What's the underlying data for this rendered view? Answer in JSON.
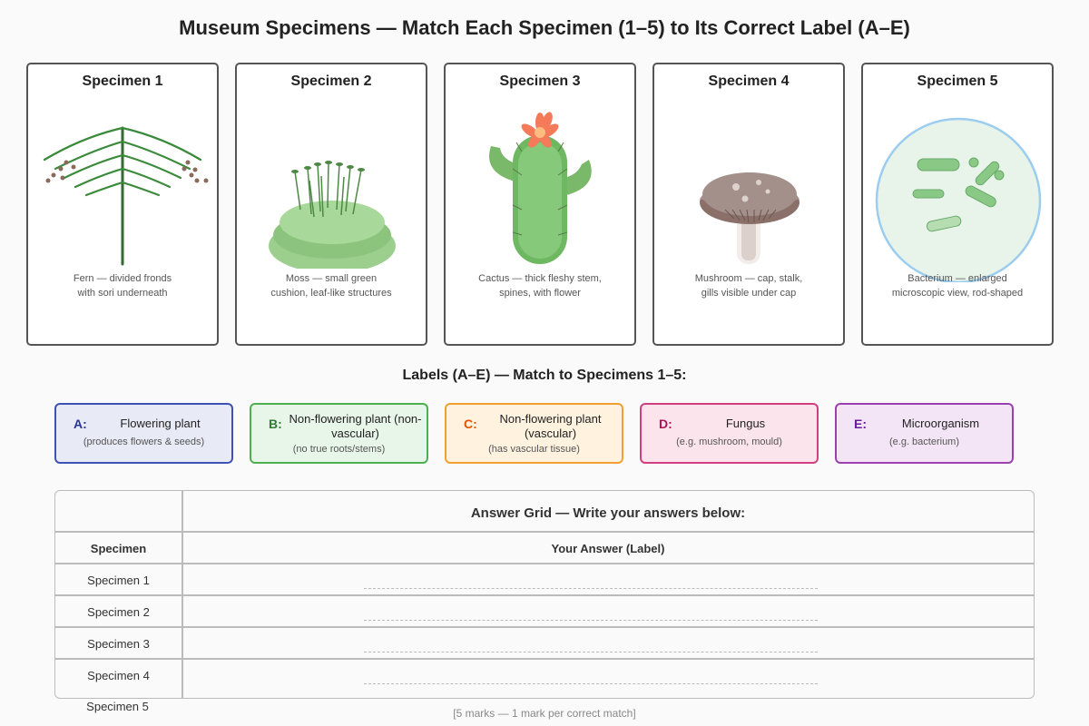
{
  "title": "Museum Specimens — Match Each Specimen (1–5) to Its Correct Label (A–E)",
  "specimens": [
    {
      "title": "Specimen 1",
      "caption_1": "Fern — divided fronds",
      "caption_2": "with sori underneath",
      "icon": "fern-icon"
    },
    {
      "title": "Specimen 2",
      "caption_1": "Moss — small green",
      "caption_2": "cushion, leaf-like structures",
      "icon": "moss-icon"
    },
    {
      "title": "Specimen 3",
      "caption_1": "Cactus — thick fleshy stem,",
      "caption_2": "spines, with flower",
      "icon": "cactus-icon"
    },
    {
      "title": "Specimen 4",
      "caption_1": "Mushroom — cap, stalk,",
      "caption_2": "gills visible under cap",
      "icon": "mushroom-icon"
    },
    {
      "title": "Specimen 5",
      "caption_1": "Bacterium — enlarged",
      "caption_2": "microscopic view, rod-shaped",
      "icon": "bacteria-icon"
    }
  ],
  "labels_heading": "Labels (A–E) — Match to Specimens 1–5:",
  "labels": [
    {
      "letter": "A:",
      "name": "Flowering plant",
      "note": "(produces flowers & seeds)",
      "border": "#3f51b5",
      "bg": "#e8eaf6",
      "letter_color": "#283593"
    },
    {
      "letter": "B:",
      "name": "Non-flowering plant (non-vascular)",
      "note": "(no true roots/stems)",
      "border": "#4caf50",
      "bg": "#e8f5e9",
      "letter_color": "#2e7d32"
    },
    {
      "letter": "C:",
      "name": "Non-flowering plant (vascular)",
      "note": "(has vascular tissue)",
      "border": "#f0a030",
      "bg": "#fff3e0",
      "letter_color": "#e65100"
    },
    {
      "letter": "D:",
      "name": "Fungus",
      "note": "(e.g. mushroom, mould)",
      "border": "#d04080",
      "bg": "#fce4ec",
      "letter_color": "#ad1457"
    },
    {
      "letter": "E:",
      "name": "Microorganism",
      "note": "(e.g. bacterium)",
      "border": "#9c40b0",
      "bg": "#f3e5f5",
      "letter_color": "#6a1b9a"
    }
  ],
  "answer_grid": {
    "title": "Answer Grid — Write your answers below:",
    "col_specimen": "Specimen",
    "col_answer": "Your Answer (Label)",
    "rows": [
      "Specimen 1",
      "Specimen 2",
      "Specimen 3",
      "Specimen 4",
      "Specimen 5"
    ]
  },
  "marks_note": "[5 marks — 1 mark per correct match]"
}
